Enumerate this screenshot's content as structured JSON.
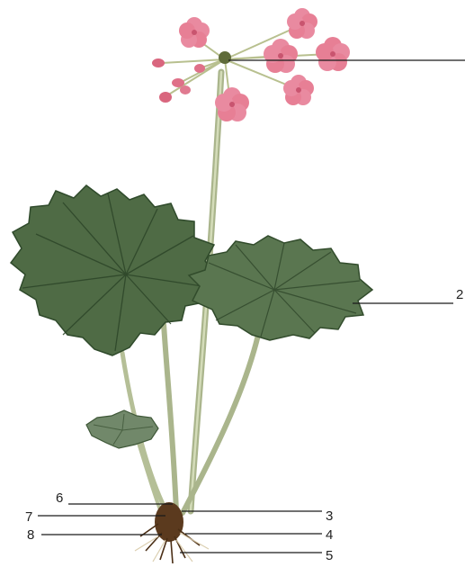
{
  "figure": {
    "subject": "primrose-plant-illustration",
    "colors": {
      "petal": "#e77f95",
      "petal_dark": "#c9546f",
      "leaf": "#4e6a45",
      "leaf_dark": "#2f4a2b",
      "stem": "#b9c39b",
      "root": "#5b3a1e",
      "leader_line": "#1a1a1a"
    }
  },
  "labels": {
    "label_2": "2",
    "label_3": "3",
    "label_4": "4",
    "label_5": "5",
    "label_6": "6",
    "label_7": "7",
    "label_8": "8"
  }
}
